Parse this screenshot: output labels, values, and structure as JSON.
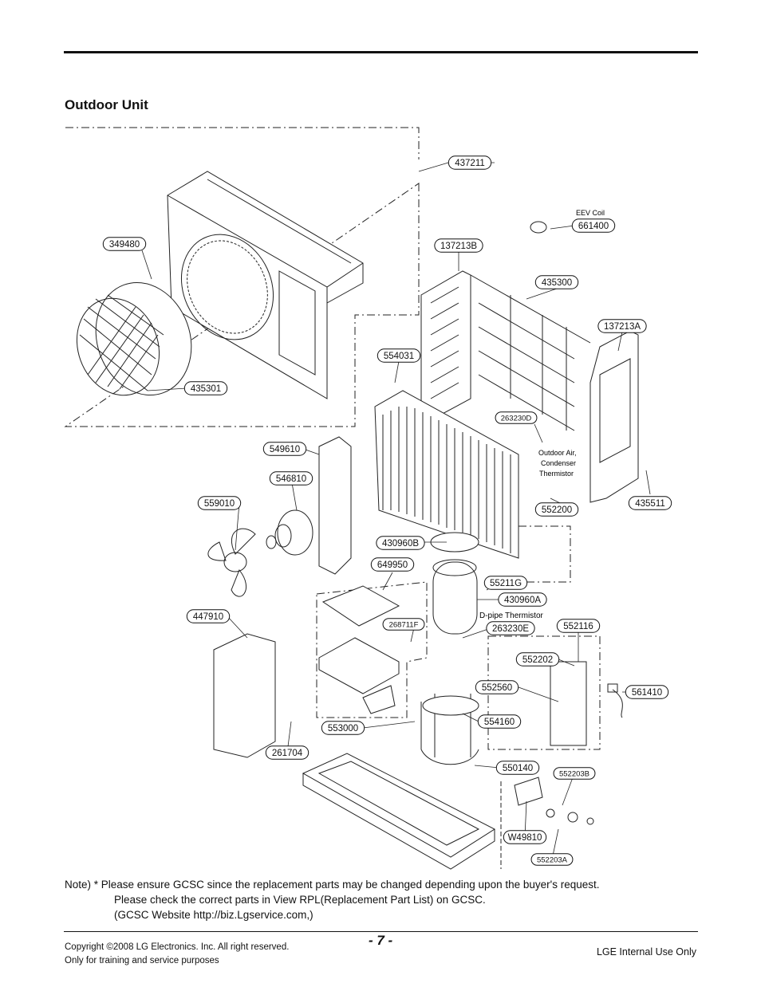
{
  "title": "Outdoor Unit",
  "labels": [
    {
      "id": "l1",
      "text": "437211"
    },
    {
      "id": "l2",
      "text": "349480"
    },
    {
      "id": "l3",
      "text": "435301"
    },
    {
      "id": "l4",
      "text": "137213B"
    },
    {
      "id": "l5",
      "text": "661400"
    },
    {
      "id": "l6",
      "text": "435300"
    },
    {
      "id": "l7",
      "text": "137213A"
    },
    {
      "id": "l8",
      "text": "554031"
    },
    {
      "id": "l9",
      "text": "263230D"
    },
    {
      "id": "l10",
      "text": "549610"
    },
    {
      "id": "l11",
      "text": "546810"
    },
    {
      "id": "l12",
      "text": "559010"
    },
    {
      "id": "l13",
      "text": "552200"
    },
    {
      "id": "l14",
      "text": "435511"
    },
    {
      "id": "l15",
      "text": "430960B"
    },
    {
      "id": "l16",
      "text": "649950"
    },
    {
      "id": "l17",
      "text": "55211G"
    },
    {
      "id": "l18",
      "text": "430960A"
    },
    {
      "id": "l19",
      "text": "447910"
    },
    {
      "id": "l20",
      "text": "268711F"
    },
    {
      "id": "l21",
      "text": "263230E"
    },
    {
      "id": "l22",
      "text": "552116"
    },
    {
      "id": "l23",
      "text": "552202"
    },
    {
      "id": "l24",
      "text": "552560"
    },
    {
      "id": "l25",
      "text": "561410"
    },
    {
      "id": "l26",
      "text": "554160"
    },
    {
      "id": "l27",
      "text": "553000"
    },
    {
      "id": "l28",
      "text": "261704"
    },
    {
      "id": "l29",
      "text": "550140"
    },
    {
      "id": "l30",
      "text": "552203B"
    },
    {
      "id": "l31",
      "text": "W49810"
    },
    {
      "id": "l32",
      "text": "552203A"
    }
  ],
  "annotations": {
    "eev_coil": "EEV Coil",
    "outdoor_air_1": "Outdoor Air,",
    "outdoor_air_2": "Condenser",
    "outdoor_air_3": "Thermistor",
    "dpipe": "D-pipe Thermistor"
  },
  "note": {
    "line1": "Note) * Please ensure GCSC since the replacement parts may be changed depending upon the buyer's request.",
    "line2": "Please check  the correct parts in View RPL(Replacement Part List) on GCSC.",
    "line3": "(GCSC Website  http://biz.Lgservice.com,)"
  },
  "footer": {
    "page": "- 7 -",
    "copyright_1": "Copyright ©2008 LG Electronics. Inc. All right reserved.",
    "copyright_2": "Only for training and service purposes",
    "internal": "LGE Internal Use Only"
  }
}
